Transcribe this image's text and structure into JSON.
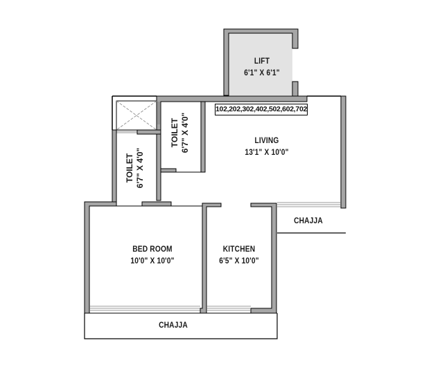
{
  "plan": {
    "unit_numbers": "102,202,302,402,502,602,702",
    "wall_color": "#a6a6a6",
    "lift_fill": "#e3e3e3",
    "line_color": "#000000"
  },
  "rooms": {
    "lift": {
      "name": "LIFT",
      "size": "6'1\" X 6'1\""
    },
    "living": {
      "name": "LIVING",
      "size": "13'1\" X 10'0\""
    },
    "toilet_upper": {
      "name": "TOILET",
      "size": "6'7\" X 4'0\""
    },
    "toilet_lower": {
      "name": "TOILET",
      "size": "6'7\" X 4'0\""
    },
    "bedroom": {
      "name": "BED ROOM",
      "size": "10'0\" X 10'0\""
    },
    "kitchen": {
      "name": "KITCHEN",
      "size": "6'5\" X 10'0\""
    },
    "chajja_living": {
      "name": "CHAJJA"
    },
    "chajja_bottom": {
      "name": "CHAJJA"
    }
  }
}
